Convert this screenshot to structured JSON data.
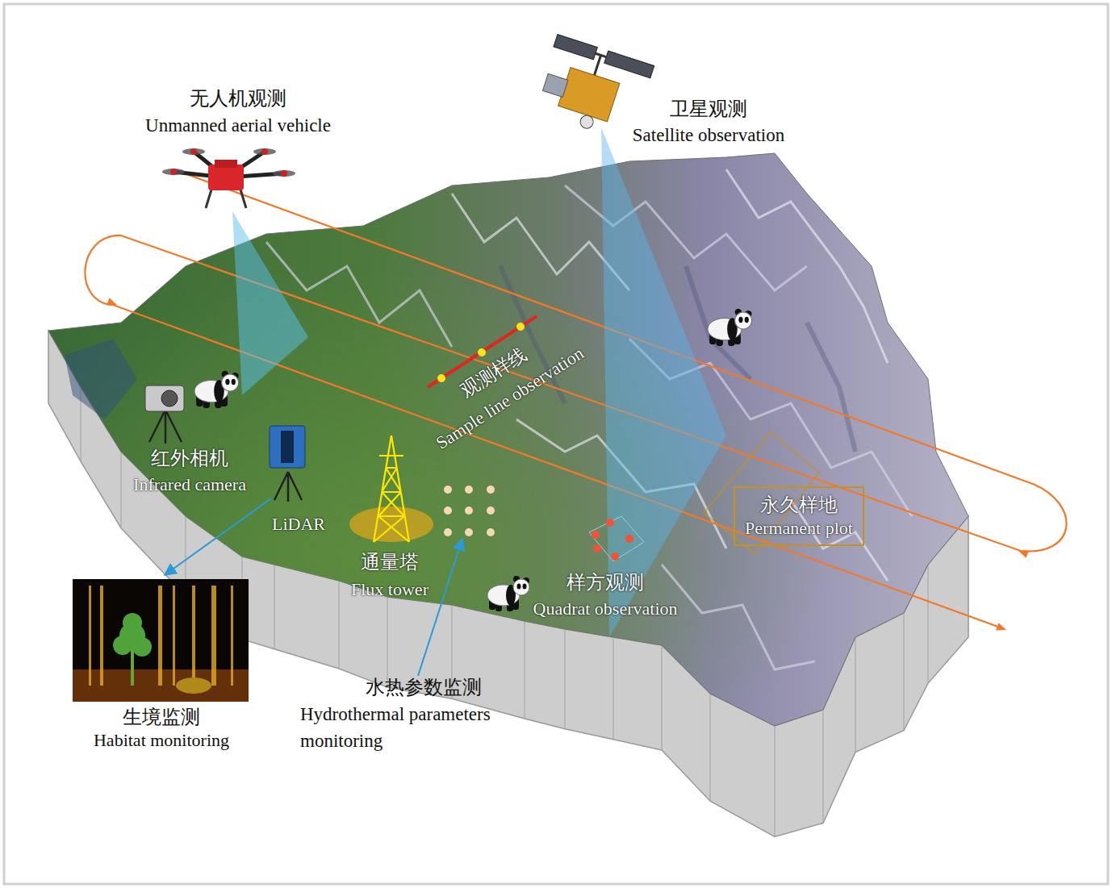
{
  "diagram": {
    "nodes": [
      {
        "text": [
          "永久样地",
          "Permanent plot"
        ]
      },
      {
        "text": [
          "生境监测",
          "Habitat monitoring"
        ]
      }
    ],
    "labels": [
      "无人机观测",
      "Unmanned aerial vehicle",
      "卫星观测",
      "Satellite observation",
      "观测样线",
      "Sample line observation",
      "红外相机",
      "Infrared camera",
      "LiDAR",
      "通量塔",
      "Flux tower",
      "样方观测",
      "Quadrat observation",
      "水热参数监测",
      "Hydrothermal parameters monitoring"
    ]
  }
}
